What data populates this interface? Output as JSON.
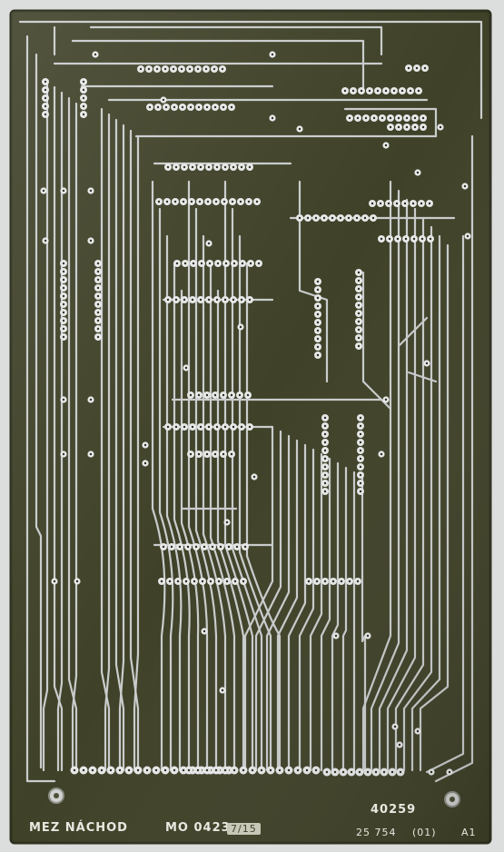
{
  "photo": {
    "subject": "printed-circuit-board",
    "colors": {
      "background": "#dcdedd",
      "board": "#3f4128",
      "board_edge": "#2f3120",
      "trace": "#c9cccc",
      "pad": "#e6e8e8",
      "hole": "#2a2b1c",
      "silkscreen": "#e8e8e0"
    }
  },
  "markings": {
    "maker": "MEZ NÁCHOD",
    "model": "MO 0423",
    "stamp": "7/15",
    "serial": "40259",
    "part_number": "25 754",
    "revision": "(01)",
    "suffix": "A1"
  }
}
